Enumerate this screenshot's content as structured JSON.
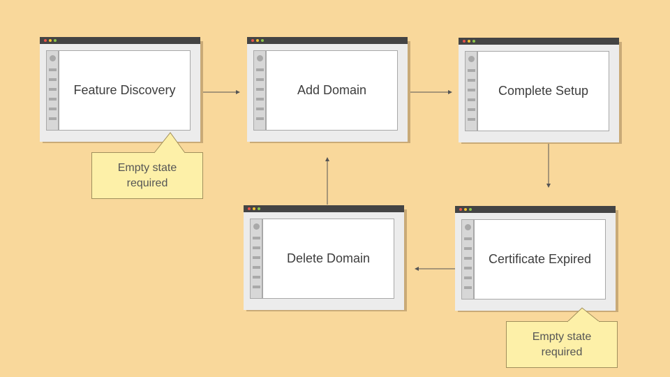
{
  "screens": [
    {
      "id": "feature-discovery",
      "label": "Feature Discovery"
    },
    {
      "id": "add-domain",
      "label": "Add Domain"
    },
    {
      "id": "complete-setup",
      "label": "Complete Setup"
    },
    {
      "id": "delete-domain",
      "label": "Delete Domain"
    },
    {
      "id": "certificate-expired",
      "label": "Certificate Expired"
    }
  ],
  "notes": [
    {
      "attached_to": "feature-discovery",
      "text": "Empty state required"
    },
    {
      "attached_to": "certificate-expired",
      "text": "Empty state required"
    }
  ],
  "flows": [
    {
      "from": "feature-discovery",
      "to": "add-domain"
    },
    {
      "from": "add-domain",
      "to": "complete-setup"
    },
    {
      "from": "complete-setup",
      "to": "certificate-expired"
    },
    {
      "from": "certificate-expired",
      "to": "delete-domain"
    },
    {
      "from": "delete-domain",
      "to": "add-domain"
    }
  ],
  "colors": {
    "background": "#f9d89b",
    "note_fill": "#fdf0a8",
    "titlebar": "#444444",
    "connector": "#555555"
  }
}
